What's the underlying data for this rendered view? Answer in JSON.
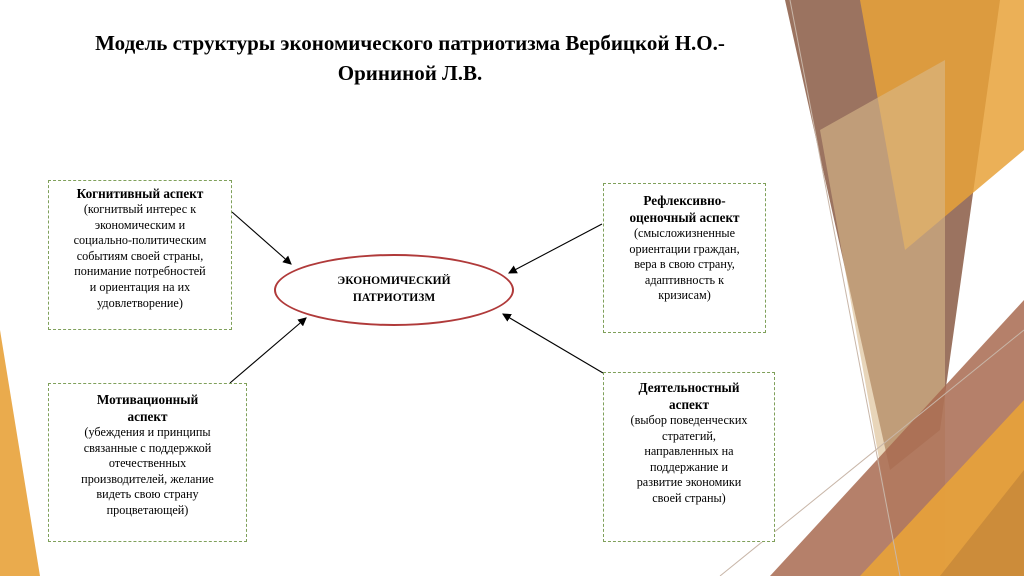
{
  "title": {
    "line1": "Модель структуры экономического патриотизма Вербицкой Н.О.-",
    "line2": "Орининой Л.В."
  },
  "center": {
    "line1": "ЭКОНОМИЧЕСКИЙ",
    "line2": "ПАТРИОТИЗМ"
  },
  "boxes": {
    "cognitive": {
      "head": [
        "Когнитивный аспект"
      ],
      "body": [
        "(когнитвый интерес к",
        "экономическим и",
        "социально-политическим",
        "событиям своей страны,",
        "понимание потребностей",
        "и ориентация на их",
        "удовлетворение)"
      ]
    },
    "reflexive": {
      "head": [
        "Рефлексивно-",
        "оценочный аспект"
      ],
      "body": [
        "(смысложизненные",
        "ориентации граждан,",
        "вера в свою страну,",
        "адаптивность к",
        "кризисам)"
      ]
    },
    "motivational": {
      "head": [
        "Мотивационный",
        "аспект"
      ],
      "body": [
        "(убеждения и принципы",
        "связанные с поддержкой",
        "отечественных",
        "производителей, желание",
        "видеть свою страну",
        "процветающей)"
      ]
    },
    "activity": {
      "head": [
        "Деятельностный",
        "аспект"
      ],
      "body": [
        "(выбор поведенческих",
        "стратегий,",
        "направленных на",
        "поддержание и",
        "развитие экономики",
        "своей страны)"
      ]
    }
  },
  "colors": {
    "oval_border": "#b03a3a",
    "box_border": "#7fa05a",
    "deco_orange": "#e8a23a",
    "deco_brown": "#8a5a44",
    "deco_tan": "#d8b98a"
  }
}
